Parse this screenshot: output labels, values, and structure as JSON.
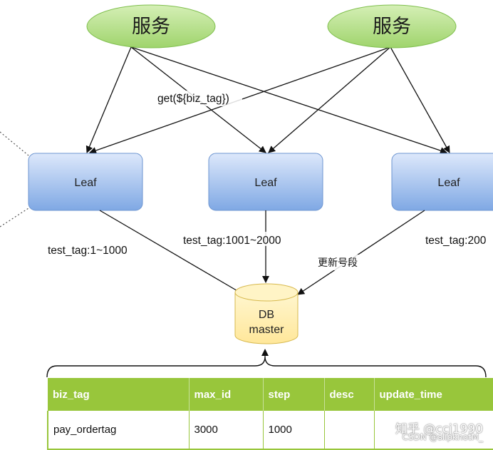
{
  "services": [
    {
      "label": "服务"
    },
    {
      "label": "服务"
    }
  ],
  "leaves": [
    {
      "label": "Leaf"
    },
    {
      "label": "Leaf"
    },
    {
      "label": "Leaf"
    }
  ],
  "call_label": "get(${biz_tag})",
  "segment_labels": [
    "test_tag:1~1000",
    "test_tag:1001~2000",
    "test_tag:200"
  ],
  "update_label": "更新号段",
  "db": {
    "line1": "DB",
    "line2": "master"
  },
  "table": {
    "headers": [
      "biz_tag",
      "max_id",
      "step",
      "desc",
      "update_time"
    ],
    "rows": [
      [
        "pay_ordertag",
        "3000",
        "1000",
        "",
        ""
      ]
    ]
  },
  "watermark": {
    "line1": "知乎 @ccj1990",
    "line2": "CSDN @slipknotM_"
  },
  "colors": {
    "service_fill": "#b9e08f",
    "leaf_fill_top": "#dbe7fa",
    "leaf_fill_bottom": "#7ea7e3",
    "db_fill": "#fff1b8",
    "table_header": "#98c63b"
  }
}
